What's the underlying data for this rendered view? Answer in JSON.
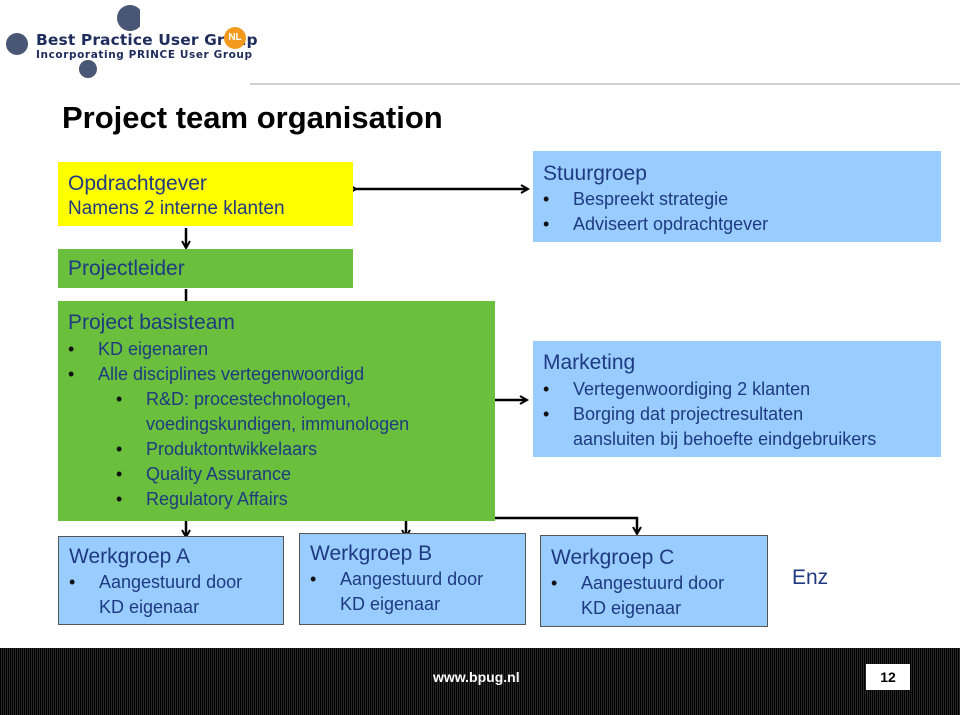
{
  "logo": {
    "line1": "Best Practice User Group",
    "badge": "NL",
    "line2": "Incorporating PRINCE User Group"
  },
  "title": "Project team organisation",
  "opdrachtgever": {
    "title": "Opdrachtgever",
    "subtitle": "Namens 2 interne klanten"
  },
  "projectleider": {
    "title": "Projectleider"
  },
  "basisteam": {
    "title": "Project basisteam",
    "items": [
      "KD eigenaren",
      "Alle disciplines vertegenwoordigd"
    ],
    "subitems": [
      "R&D: procestechnologen,",
      "voedingskundigen, immunologen",
      "Produktontwikkelaars",
      "Quality Assurance",
      "Regulatory Affairs"
    ]
  },
  "stuurgroep": {
    "title": "Stuurgroep",
    "items": [
      "Bespreekt strategie",
      "Adviseert opdrachtgever"
    ]
  },
  "marketing": {
    "title": "Marketing",
    "items": [
      "Vertegenwoordiging 2 klanten",
      "Borging dat projectresultaten",
      "aansluiten bij behoefte eindgebruikers"
    ]
  },
  "werkgroepA": {
    "title": "Werkgroep A",
    "line1": "Aangestuurd door",
    "line2": "KD eigenaar"
  },
  "werkgroepB": {
    "title": "Werkgroep B",
    "line1": "Aangestuurd door",
    "line2": "KD eigenaar"
  },
  "werkgroepC": {
    "title": "Werkgroep C",
    "line1": "Aangestuurd door",
    "line2": "KD eigenaar"
  },
  "enz": "Enz",
  "footer": {
    "url": "www.bpug.nl",
    "page": "12"
  },
  "colors": {
    "yellow": "#ffff00",
    "green": "#6abf3c",
    "blue": "#99ccff",
    "text": "#1f3a80"
  }
}
